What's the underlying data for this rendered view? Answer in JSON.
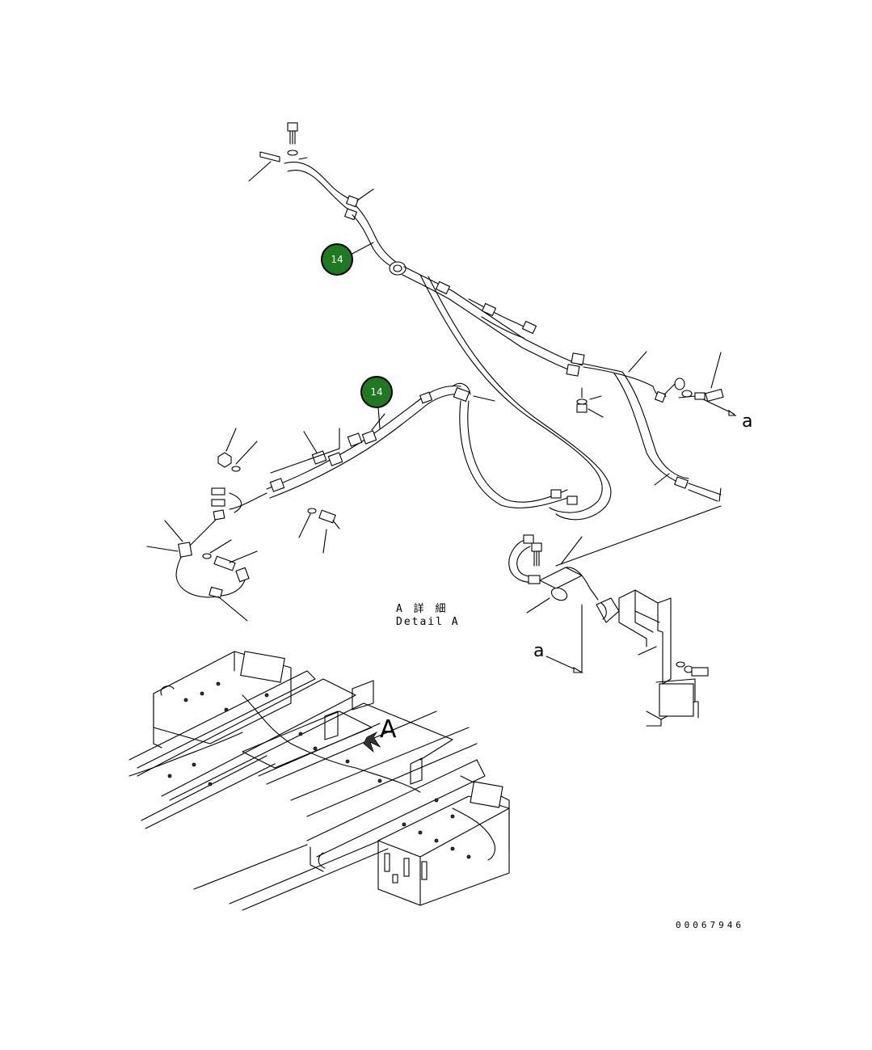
{
  "callouts": [
    {
      "id": "callout-upper",
      "label": "14",
      "color": "#1e7a1e"
    },
    {
      "id": "callout-lower",
      "label": "14",
      "color": "#1e7a1e"
    }
  ],
  "reference_letters": {
    "a_right": "a",
    "a_left": "a",
    "view_a": "A"
  },
  "detail_label": {
    "japanese": "A 詳 細",
    "english": "Detail A"
  },
  "drawing_number": "00067946",
  "colors": {
    "line": "#000000",
    "background": "#ffffff",
    "callout_fill": "#1e7a1e",
    "callout_text": "#ffffff"
  }
}
